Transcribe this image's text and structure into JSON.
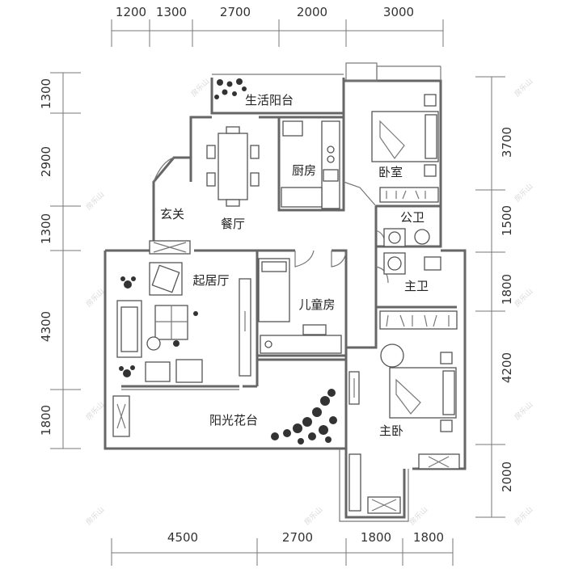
{
  "dimensions": {
    "top": [
      "1200",
      "1300",
      "2700",
      "2000",
      "3000"
    ],
    "bottom": [
      "4500",
      "2700",
      "1800",
      "1800"
    ],
    "left": [
      "1300",
      "2900",
      "1300",
      "4300",
      "1800"
    ],
    "right": [
      "3700",
      "1500",
      "1800",
      "4200",
      "2000"
    ]
  },
  "rooms": {
    "life_balcony": "生活阳台",
    "kitchen": "厨房",
    "bedroom": "卧室",
    "foyer": "玄关",
    "dining": "餐厅",
    "public_bath": "公卫",
    "living": "起居厅",
    "kids_room": "儿童房",
    "master_bath": "主卫",
    "sun_garden": "阳光花台",
    "master_bedroom": "主卧"
  },
  "watermark": "房乐山"
}
